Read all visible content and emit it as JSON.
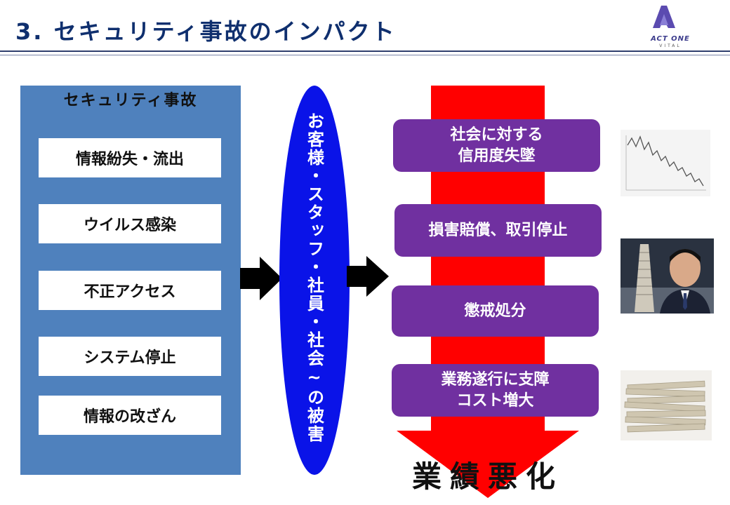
{
  "header": {
    "title": "3. セキュリティ事故のインパクト",
    "logo_text": "ACT ONE",
    "logo_sub": "VITAL"
  },
  "left_panel": {
    "title": "セキュリティ事故",
    "items": [
      "情報紛失・流出",
      "ウイルス感染",
      "不正アクセス",
      "システム停止",
      "情報の改ざん"
    ]
  },
  "center_oval": {
    "text": "お客様・スタッフ・社員・社会~の被害"
  },
  "impacts": [
    "社会に対する\n信用度失墜",
    "損害賠償、取引停止",
    "懲戒処分",
    "業務遂行に支障\nコスト増大"
  ],
  "result": "業績悪化",
  "colors": {
    "left_panel": "#4f81bd",
    "oval": "#0a13e8",
    "impact_box": "#7030a0",
    "big_arrow": "#ff0000",
    "title": "#0f2f6e"
  },
  "images": [
    "declining-chart-image",
    "worried-businessman-image",
    "stacked-banknotes-image"
  ]
}
